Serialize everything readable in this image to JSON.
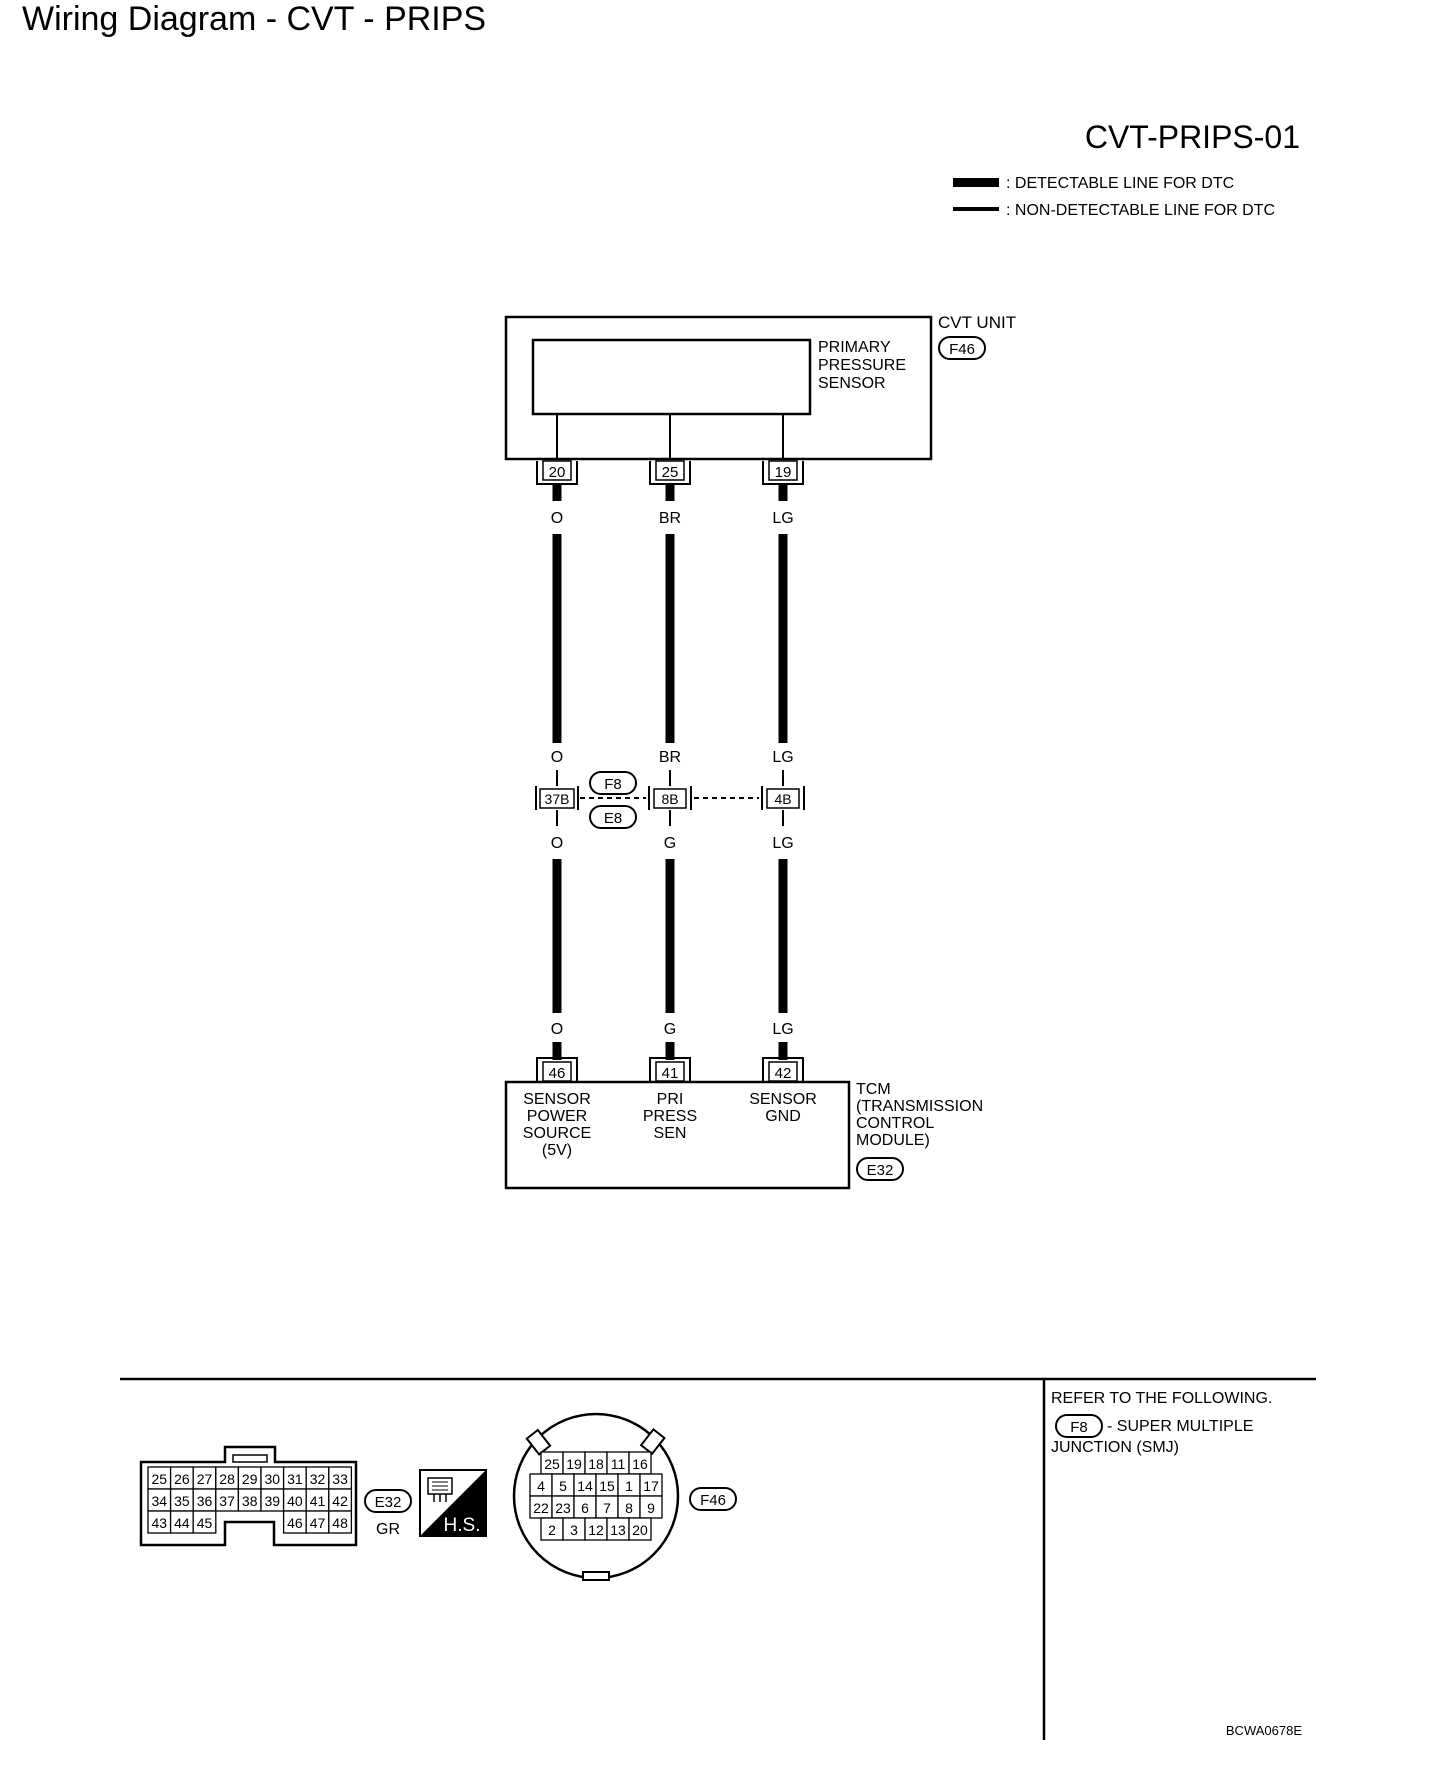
{
  "page_title": "Wiring Diagram - CVT - PRIPS",
  "diagram_id": "CVT-PRIPS-01",
  "legend": {
    "detectable": ": DETECTABLE LINE FOR DTC",
    "non_detectable": ": NON-DETECTABLE LINE FOR DTC"
  },
  "cvt_unit": {
    "label": "CVT UNIT",
    "connector": "F46",
    "sensor_label_lines": [
      "PRIMARY",
      "PRESSURE",
      "SENSOR"
    ],
    "terminals": [
      "20",
      "25",
      "19"
    ]
  },
  "wires_upper": {
    "top_colors": [
      "O",
      "BR",
      "LG"
    ],
    "bottom_colors": [
      "O",
      "BR",
      "LG"
    ]
  },
  "smj": {
    "connector_top": "F8",
    "connector_bottom": "E8",
    "terminals": [
      "37B",
      "8B",
      "4B"
    ]
  },
  "wires_lower": {
    "top_colors": [
      "O",
      "G",
      "LG"
    ],
    "bottom_colors": [
      "O",
      "G",
      "LG"
    ]
  },
  "tcm": {
    "label_lines": [
      "TCM",
      "(TRANSMISSION",
      "CONTROL",
      "MODULE)"
    ],
    "connector": "E32",
    "terminals": [
      "46",
      "41",
      "42"
    ],
    "pin_labels": [
      [
        "SENSOR",
        "POWER",
        "SOURCE",
        "(5V)"
      ],
      [
        "PRI",
        "PRESS",
        "SEN"
      ],
      [
        "SENSOR",
        "GND"
      ]
    ]
  },
  "connector_e32": {
    "name": "E32",
    "color": "GR",
    "rows": [
      [
        "25",
        "26",
        "27",
        "28",
        "29",
        "30",
        "31",
        "32",
        "33"
      ],
      [
        "34",
        "35",
        "36",
        "37",
        "38",
        "39",
        "40",
        "41",
        "42"
      ],
      [
        "43",
        "44",
        "45",
        "",
        "",
        "",
        "46",
        "47",
        "48"
      ]
    ]
  },
  "hs_badge": "H.S.",
  "connector_f46": {
    "name": "F46",
    "rows": [
      [
        "25",
        "19",
        "18",
        "11",
        "16"
      ],
      [
        "4",
        "5",
        "14",
        "15",
        "1",
        "17"
      ],
      [
        "22",
        "23",
        "6",
        "7",
        "8",
        "9"
      ],
      [
        "2",
        "3",
        "12",
        "13",
        "20"
      ]
    ]
  },
  "refer": {
    "heading": "REFER TO THE FOLLOWING.",
    "connector": "F8",
    "line1_suffix": "- SUPER MULTIPLE",
    "line2": "JUNCTION (SMJ)"
  },
  "figure_code": "BCWA0678E"
}
